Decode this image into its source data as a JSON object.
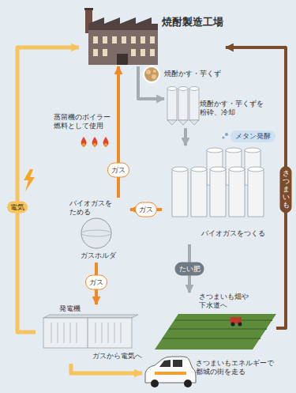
{
  "diagram": {
    "nodes": [
      {
        "text": [
          "焼酎製造工場"
        ]
      },
      {
        "text": [
          "焼酎かす・芋くずを粉砕、冷却"
        ]
      },
      {
        "text": [
          "メタン発酵"
        ]
      },
      {
        "text": [
          "バイオガスをつくる"
        ]
      },
      {
        "text": [
          "バイオガスをためる",
          "ガスホルダ"
        ]
      },
      {
        "text": [
          "発電機",
          "ガスから電気へ"
        ]
      },
      {
        "text": [
          "さつまいも畑や下水道へ"
        ]
      },
      {
        "text": [
          "さつまいもエネルギーで都城の街を走る"
        ]
      }
    ],
    "edges": [
      {
        "from": 0,
        "to": 1,
        "arrow": "to"
      },
      {
        "from": 1,
        "to": 3,
        "arrow": "to"
      },
      {
        "from": 3,
        "to": 4,
        "label": "ガス",
        "arrow": "to"
      },
      {
        "from": 4,
        "to": 0,
        "label": "ガス",
        "arrow": "to"
      },
      {
        "from": 4,
        "to": 5,
        "label": "ガス",
        "arrow": "to"
      },
      {
        "from": 3,
        "to": 6,
        "label": "たい肥",
        "arrow": "to"
      },
      {
        "from": 6,
        "to": 0,
        "label": "さつまいも",
        "arrow": "to"
      },
      {
        "from": 5,
        "to": 0,
        "label": "電気",
        "arrow": "to"
      },
      {
        "from": 5,
        "to": 7,
        "arrow": "to"
      }
    ],
    "labels": [
      "焼酎かす・芋くず",
      "蒸留機のボイラー燃料として使用"
    ]
  }
}
